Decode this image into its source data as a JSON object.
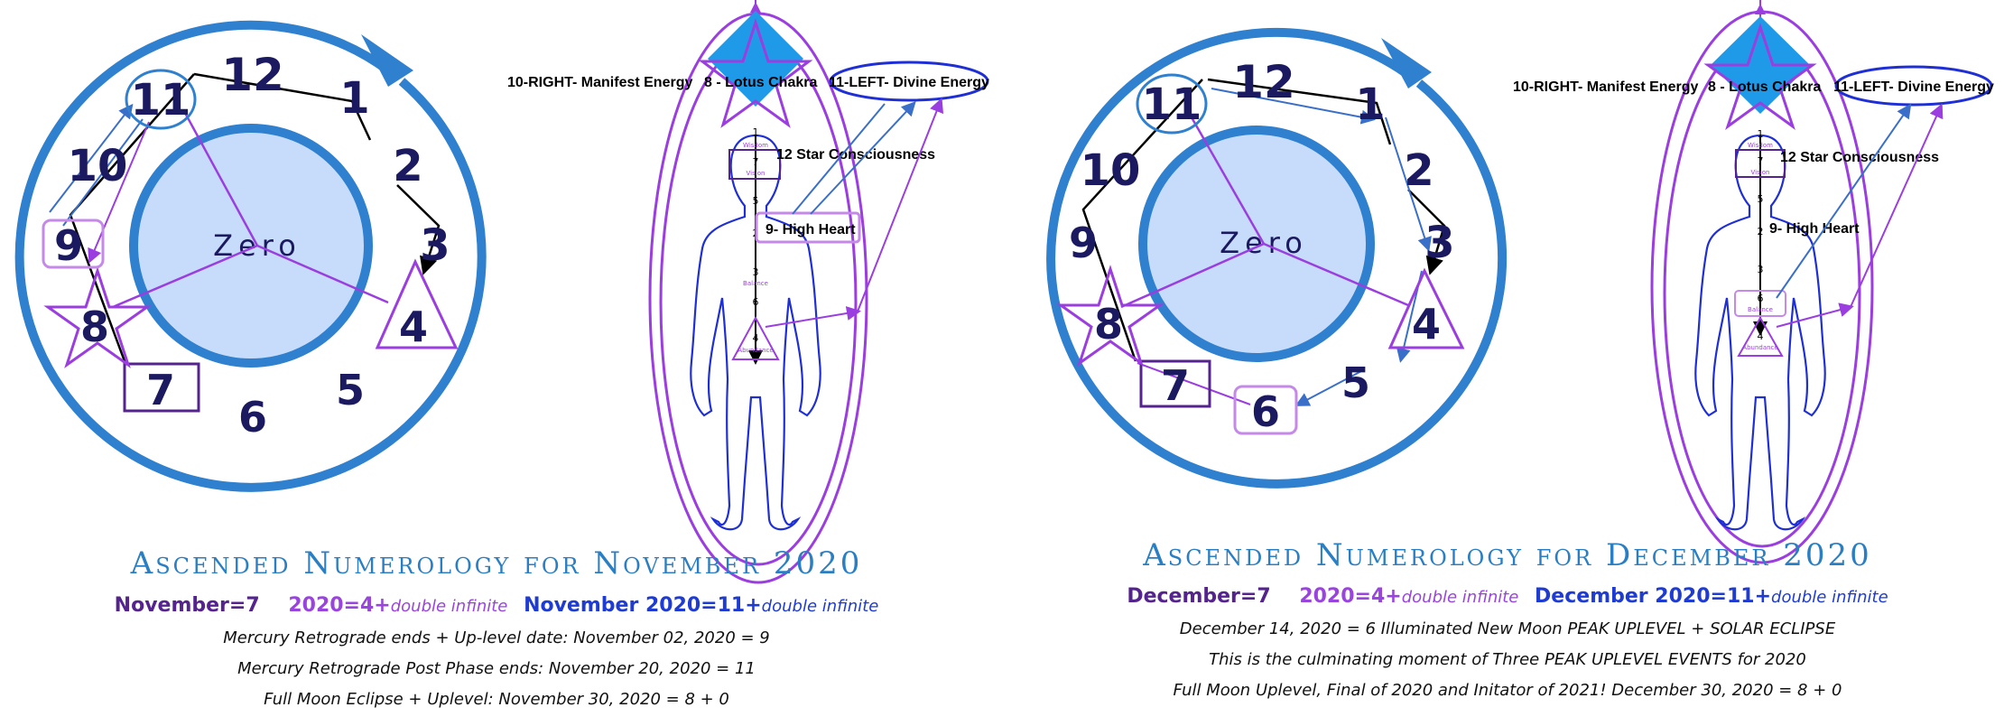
{
  "colors": {
    "ring": "#2f80cf",
    "inner_fill": "#c7dcfa",
    "purple": "#9b3ee0",
    "dark_purple": "#55238e",
    "navy": "#1b1960",
    "body_outline": "#1f2fd6",
    "lotus_fill": "#1e9ae8"
  },
  "clock_labels": {
    "center": "Zero",
    "n1": "1",
    "n2": "2",
    "n3": "3",
    "n4": "4",
    "n5": "5",
    "n6": "6",
    "n7": "7",
    "n8": "8",
    "n9": "9",
    "n10": "10",
    "n11": "11",
    "n12": "12"
  },
  "body_labels": {
    "manifest": "10-RIGHT- Manifest Energy",
    "lotus": "8 - Lotus Chakra",
    "divine": "11-LEFT- Divine Energy",
    "star": "12  Star Consciousness",
    "heart": "9- High Heart",
    "chakra_1": "1",
    "chakra_7": "7",
    "chakra_5": "5",
    "chakra_2": "2",
    "chakra_3": "3",
    "chakra_6": "6",
    "chakra_4": "4",
    "wisdom": "Wisdom",
    "vision": "Vision",
    "balance": "Balance",
    "abundance": "Abundance"
  },
  "november": {
    "title": "Ascended Numerology for November 2020",
    "month": "November=7",
    "year": "2020=4+",
    "year_suffix": "double infinite",
    "full": "November 2020=11+",
    "full_suffix": "double infinite",
    "notes": [
      "Mercury Retrograde ends + Up-level date:  November 02, 2020 = 9",
      "Mercury Retrograde Post Phase ends: November 20, 2020 = 11",
      "Full Moon Eclipse + Uplevel:  November 30, 2020 = 8 + 0"
    ]
  },
  "december": {
    "title": "Ascended Numerology for December 2020",
    "month": "December=7",
    "year": "2020=4+",
    "year_suffix": "double infinite",
    "full": "December 2020=11+",
    "full_suffix": "double infinite",
    "notes": [
      "December 14, 2020 = 6  Illuminated New Moon PEAK UPLEVEL + SOLAR ECLIPSE",
      "This is the culminating moment of Three PEAK UPLEVEL EVENTS for 2020",
      "Full Moon Uplevel, Final of 2020 and Initator of 2021! December 30, 2020 = 8 + 0"
    ]
  }
}
